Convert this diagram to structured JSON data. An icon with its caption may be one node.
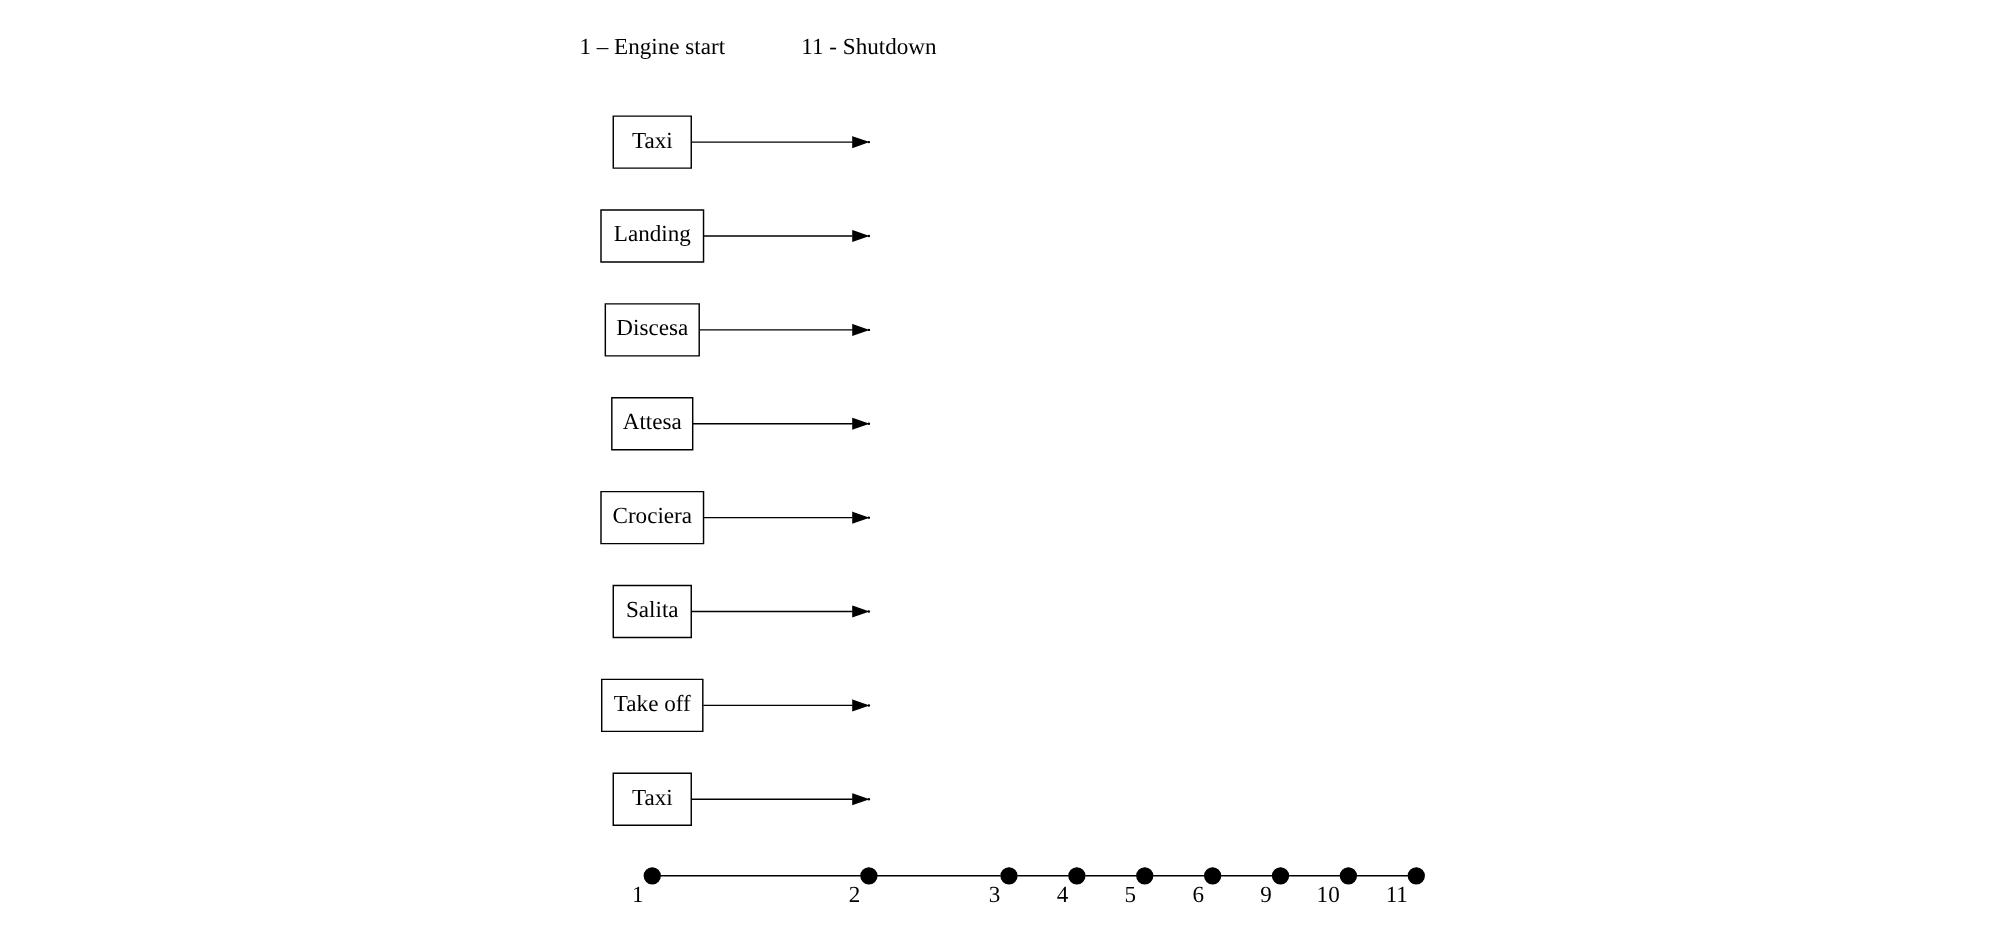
{
  "diagram": {
    "nodes": [
      {
        "text": [],
        "shape": "circle",
        "beside": [
          "1"
        ]
      },
      {
        "text": [],
        "shape": "circle",
        "beside": [
          "2"
        ]
      },
      {
        "text": [],
        "shape": "circle",
        "beside": [
          "3"
        ]
      },
      {
        "text": [],
        "shape": "circle",
        "beside": [
          "4"
        ]
      },
      {
        "text": [],
        "shape": "circle",
        "beside": [
          "5"
        ]
      },
      {
        "text": [],
        "shape": "circle",
        "beside": [
          "6"
        ]
      },
      {
        "text": [],
        "shape": "circle",
        "beside": [
          "9"
        ]
      },
      {
        "text": [],
        "shape": "circle",
        "beside": [
          "10"
        ]
      },
      {
        "text": [],
        "shape": "circle",
        "beside": [
          "11"
        ]
      },
      {
        "text": [
          "Taxi"
        ]
      },
      {
        "text": [
          "Take off"
        ]
      },
      {
        "text": [
          "Salita"
        ]
      },
      {
        "text": [
          "Crociera"
        ]
      },
      {
        "text": [
          "Attesa"
        ]
      },
      {
        "text": [
          "Discesa"
        ]
      },
      {
        "text": [
          "Landing"
        ]
      },
      {
        "text": [
          "Taxi"
        ]
      }
    ],
    "edges": [
      {
        "from": 0,
        "to": 1,
        "arrow": "none"
      },
      {
        "from": 1,
        "to": 2,
        "arrow": "none"
      },
      {
        "from": 2,
        "to": 3,
        "arrow": "none"
      },
      {
        "from": 3,
        "to": 4,
        "arrow": "none"
      },
      {
        "from": 4,
        "to": 5,
        "arrow": "none"
      },
      {
        "from": 5,
        "to": 6,
        "arrow": "none"
      },
      {
        "from": 6,
        "to": 7,
        "arrow": "none"
      },
      {
        "from": 7,
        "to": 8,
        "arrow": "none"
      },
      {
        "from": 9,
        "to": null,
        "arrow": "to"
      },
      {
        "from": 10,
        "to": null,
        "arrow": "to"
      },
      {
        "from": 11,
        "to": null,
        "arrow": "to"
      },
      {
        "from": 12,
        "to": null,
        "arrow": "to"
      },
      {
        "from": 13,
        "to": null,
        "arrow": "to"
      },
      {
        "from": 14,
        "to": null,
        "arrow": "to"
      },
      {
        "from": 15,
        "to": null,
        "arrow": "to"
      },
      {
        "from": 16,
        "to": null,
        "arrow": "to"
      }
    ],
    "labels": [
      "1 – Engine start",
      "11 - Shutdown"
    ]
  }
}
